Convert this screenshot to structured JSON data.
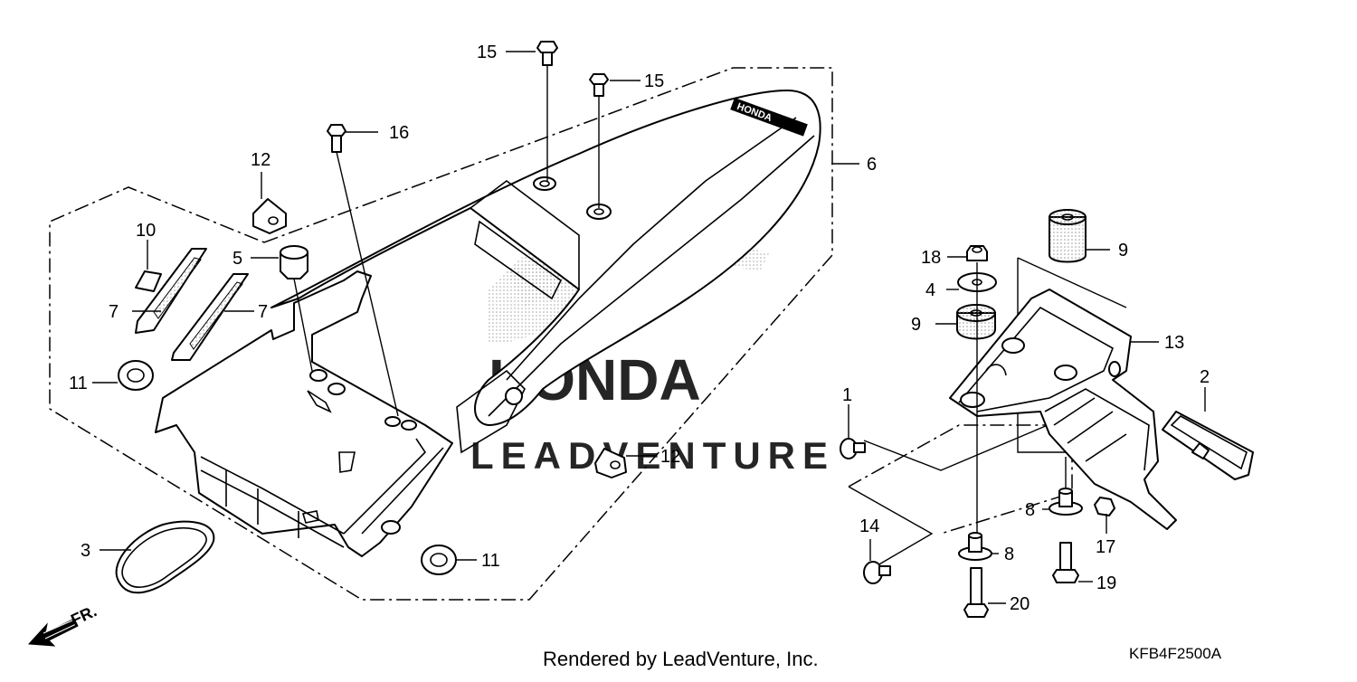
{
  "footer": {
    "rendered_by": "Rendered by LeadVenture, Inc.",
    "diagram_code": "KFB4F2500A"
  },
  "direction_marker": "FR.",
  "watermark": {
    "brand": "HONDA",
    "company": "LEADVENTURE"
  },
  "decal_text": "HONDA",
  "callouts": {
    "c1": "1",
    "c2": "2",
    "c3": "3",
    "c4": "4",
    "c5": "5",
    "c6": "6",
    "c7a": "7",
    "c7b": "7",
    "c8a": "8",
    "c8b": "8",
    "c9a": "9",
    "c9b": "9",
    "c10": "10",
    "c11a": "11",
    "c11b": "11",
    "c12a": "12",
    "c12b": "12",
    "c13": "13",
    "c14": "14",
    "c15a": "15",
    "c15b": "15",
    "c16": "16",
    "c17": "17",
    "c18": "18",
    "c19": "19",
    "c20": "20"
  }
}
